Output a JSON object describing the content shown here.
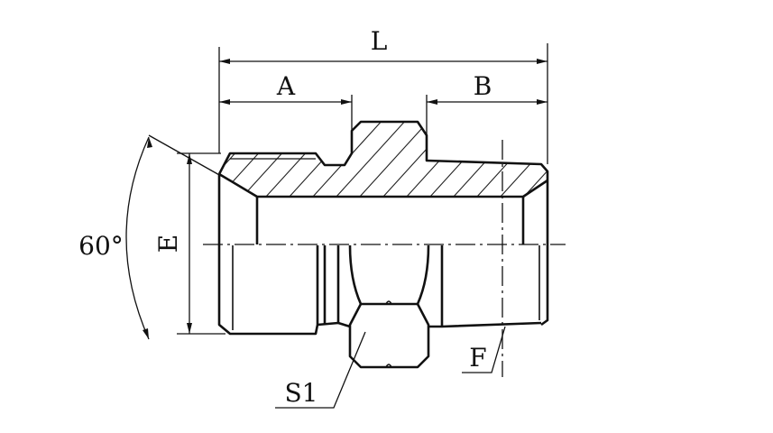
{
  "labels": {
    "length": "L",
    "dim_a": "A",
    "dim_b": "B",
    "dim_e": "E",
    "dim_f": "F",
    "hex": "S1",
    "angle": "60°"
  },
  "colors": {
    "line": "#111111",
    "background": "#ffffff"
  }
}
